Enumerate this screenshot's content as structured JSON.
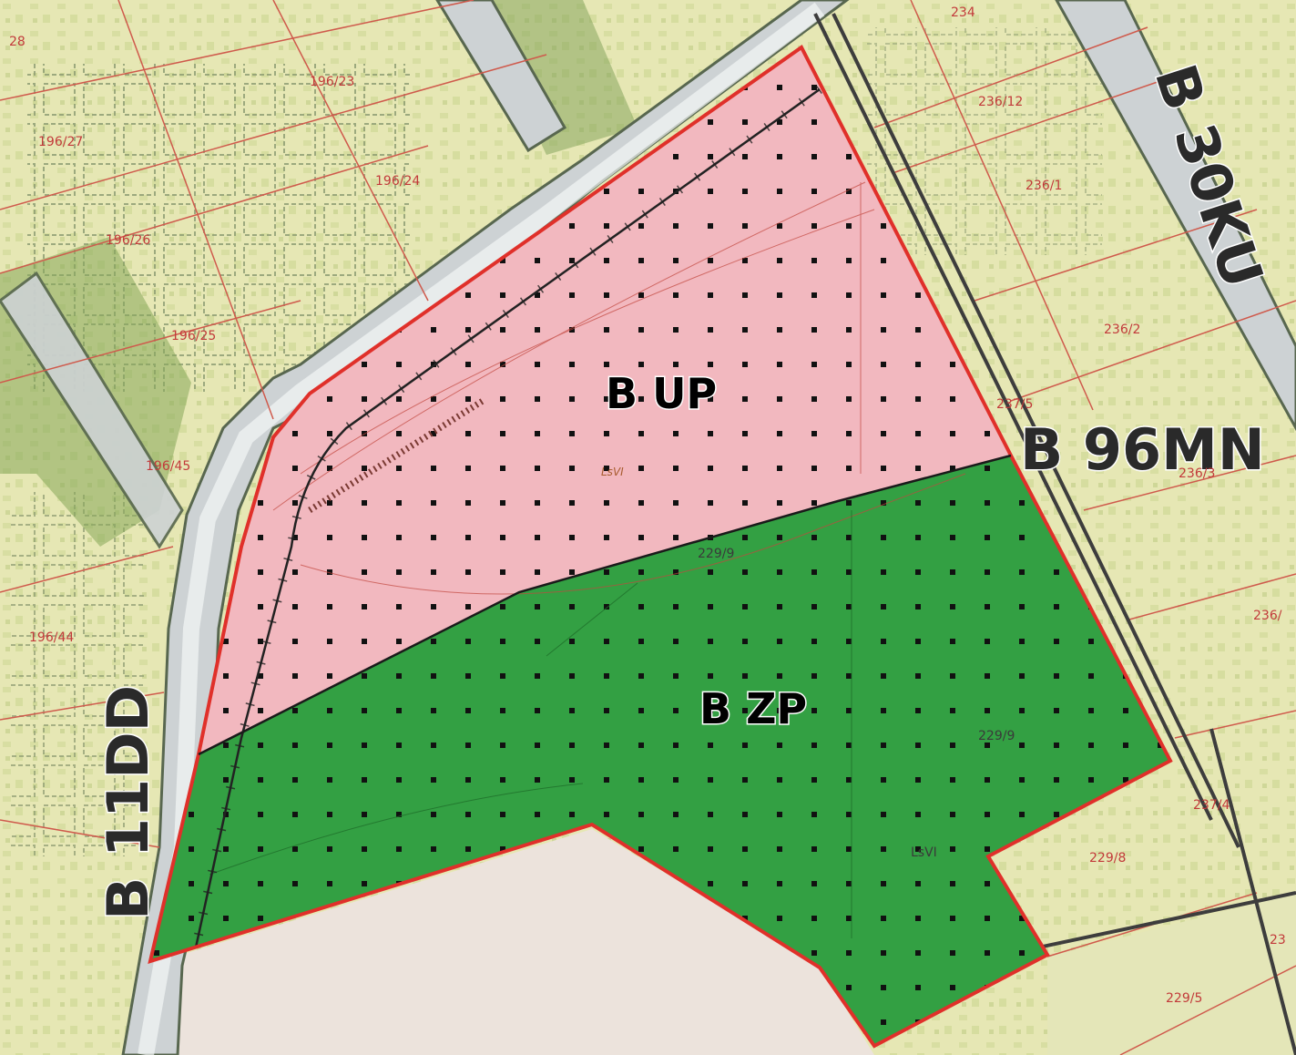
{
  "colors": {
    "bg": "#e8e6b6",
    "bg_alt": "#dfe3a5",
    "road": "#c9ced1",
    "road_edge": "#5b6b58",
    "greenery": "#6f9a4a",
    "zone_up": "#f2b8bf",
    "zone_zp": "#33a043",
    "boundary": "#e0302a",
    "dot": "#111111",
    "parcel_line": "#cf5a4c",
    "bottom_area": "#eadfd6"
  },
  "zones": {
    "up": {
      "label": "B UP"
    },
    "zp": {
      "label": "B ZP"
    }
  },
  "roads": {
    "west": "B 11DD",
    "east": "B 96MN",
    "north_east": "B 30KU"
  },
  "parcels": {
    "p1": "196/23",
    "p2": "196/27",
    "p3": "196/24",
    "p4": "196/26",
    "p5": "196/25",
    "p6": "196/45",
    "p7": "196/44",
    "p8": "236/12",
    "p9": "236/1",
    "p10": "236/2",
    "p11": "236/3",
    "p12": "237/5",
    "p13": "237/4",
    "p14": "229/8",
    "p15": "229/5",
    "p16": "229/9",
    "p17": "229/9",
    "p18": "234",
    "p19": "28",
    "p20": "236/",
    "p21": "23"
  },
  "notes": {
    "n1": "LsVI",
    "n2": "LsVI"
  }
}
